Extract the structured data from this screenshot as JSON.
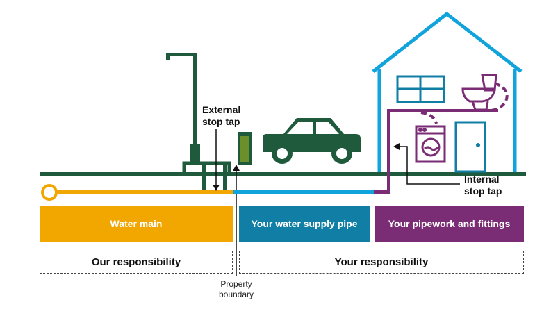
{
  "labels": {
    "external_stop_tap_line1": "External",
    "external_stop_tap_line2": "stop tap",
    "internal_stop_tap_line1": "Internal",
    "internal_stop_tap_line2": "stop tap",
    "property_boundary_line1": "Property",
    "property_boundary_line2": "boundary"
  },
  "sections": {
    "water_main": "Water main",
    "supply_pipe": "Your water supply pipe",
    "pipework": "Your pipework and fittings"
  },
  "responsibility": {
    "ours": "Our responsibility",
    "yours": "Your responsibility"
  },
  "colors": {
    "dark_green": "#1f5a3c",
    "orange": "#f2a700",
    "light_blue": "#10a3dc",
    "teal": "#117ea5",
    "purple": "#7a2c74"
  },
  "icons": [
    "street-lamp-icon",
    "meter-box-icon",
    "car-icon",
    "house-icon",
    "window-icon",
    "toilet-icon",
    "washing-machine-icon",
    "door-icon"
  ]
}
